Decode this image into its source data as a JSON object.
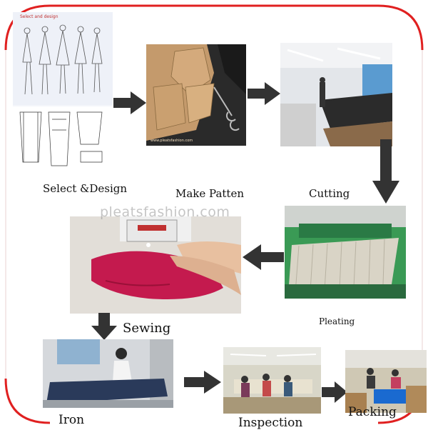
{
  "steps": {
    "select_design": "Select &Design",
    "make_pattern": "Make Patten",
    "cutting": "Cutting",
    "pleating": "Pleating",
    "sewing": "Sewing",
    "iron": "Iron",
    "inspection": "Inspection",
    "packing": "Packing"
  },
  "sketch_caption": "Select and design",
  "pattern_caption": "www.pleatsfashion.com",
  "watermark": "pleatsfashion.com",
  "colors": {
    "frame": "#e02020",
    "arrow": "#333333",
    "fabric": "#c41a4e",
    "kraft": "#c49a6c"
  }
}
